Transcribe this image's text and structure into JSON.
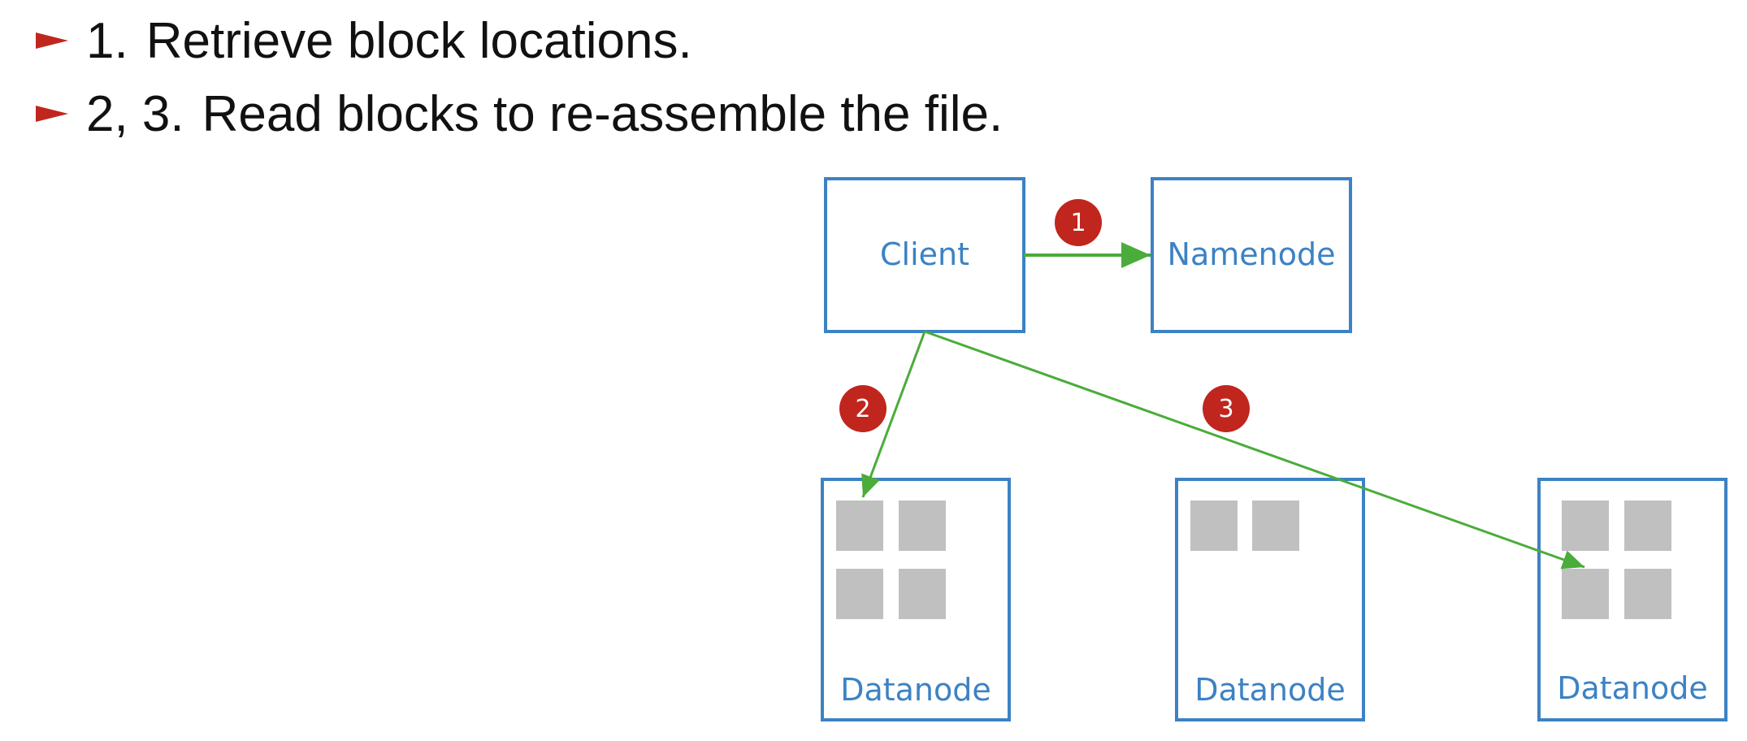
{
  "colors": {
    "bullet": "#c0261e",
    "text": "#111111",
    "box_stroke": "#3c82c4",
    "node_label": "#3c82c4",
    "arrow": "#4aac3a",
    "step_badge": "#c0261e",
    "step_badge_text": "#ffffff",
    "block": "#c0c0c0"
  },
  "bullets": [
    {
      "icon": "triangle-bullet-icon",
      "number": "1.",
      "text": "Retrieve block locations."
    },
    {
      "icon": "triangle-bullet-icon",
      "number": "2, 3.",
      "text": "Read blocks to re-assemble the file."
    }
  ],
  "diagram": {
    "nodes": {
      "client": "Client",
      "namenode": "Namenode",
      "datanode_1": "Datanode",
      "datanode_2": "Datanode",
      "datanode_3": "Datanode"
    },
    "datanode_block_counts": [
      4,
      2,
      4
    ],
    "steps": {
      "step1": "1",
      "step2": "2",
      "step3": "3"
    }
  }
}
